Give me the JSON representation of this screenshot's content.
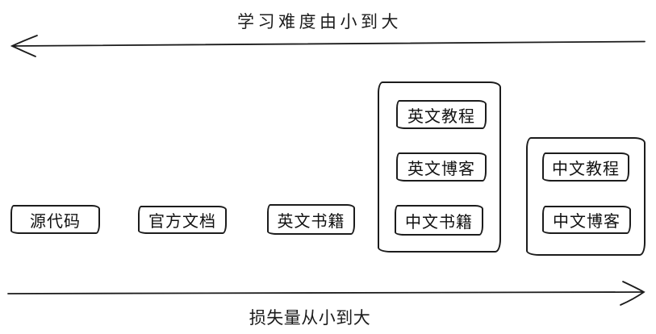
{
  "diagram": {
    "background": "#ffffff",
    "stroke_color": "#1c1c1c",
    "top_axis": {
      "label": "学习难度由小到大",
      "direction": "left"
    },
    "bottom_axis": {
      "label": "损失量从小到大",
      "direction": "right"
    },
    "nodes": [
      {
        "label": "源代码"
      },
      {
        "label": "官方文档"
      },
      {
        "label": "英文书籍"
      }
    ],
    "groups": [
      {
        "items": [
          {
            "label": "英文教程"
          },
          {
            "label": "英文博客"
          },
          {
            "label": "中文书籍"
          }
        ]
      },
      {
        "items": [
          {
            "label": "中文教程"
          },
          {
            "label": "中文博客"
          }
        ]
      }
    ]
  }
}
